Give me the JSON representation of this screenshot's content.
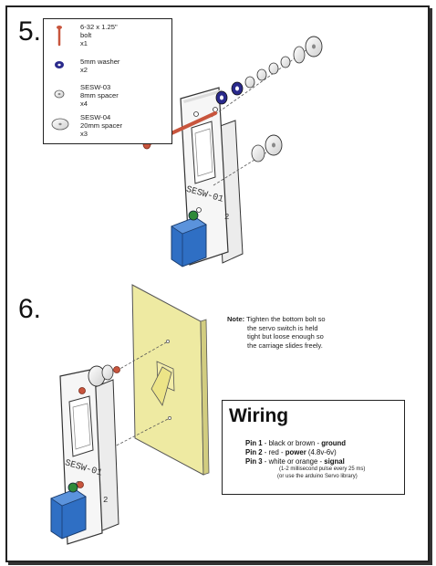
{
  "steps": {
    "five": "5.",
    "six": "6."
  },
  "parts": [
    {
      "line1": "6-32 x 1.25\"",
      "line2": "bolt",
      "qty": "x1"
    },
    {
      "line1": "5mm washer",
      "line2": "",
      "qty": "x2"
    },
    {
      "line1": "SESW-03",
      "line2": "8mm spacer",
      "qty": "x4"
    },
    {
      "line1": "SESW-04",
      "line2": "20mm spacer",
      "qty": "x3"
    }
  ],
  "plate_label": "SESW-01",
  "plate_label_back": "2",
  "note": {
    "label": "Note:",
    "line1": "Tighten the bottom bolt so",
    "line2": "the servo switch is held",
    "line3": "tight but loose enough so",
    "line4": "the carriage slides freely."
  },
  "wiring": {
    "title": "Wiring",
    "pins": [
      {
        "label": "Pin 1",
        "sep": " - ",
        "desc": "black or brown - ",
        "key": "ground",
        "extra": ""
      },
      {
        "label": "Pin 2",
        "sep": " - ",
        "desc": "red - ",
        "key": "power",
        "extra": " (4.8v-6v)"
      },
      {
        "label": "Pin 3",
        "sep": " - ",
        "desc": "white or orange - ",
        "key": "signal",
        "extra": ""
      }
    ],
    "sub1": "(1-2 millisecond pulse every 25 ms)",
    "sub2": "(or use the arduino Servo library)"
  },
  "colors": {
    "bolt": "#c8553d",
    "washer": "#2a2a8c",
    "servo": "#2f6fc4",
    "wall_plate": "#eeeaa2",
    "plate": "#f4f4f4",
    "outline": "#333333"
  }
}
